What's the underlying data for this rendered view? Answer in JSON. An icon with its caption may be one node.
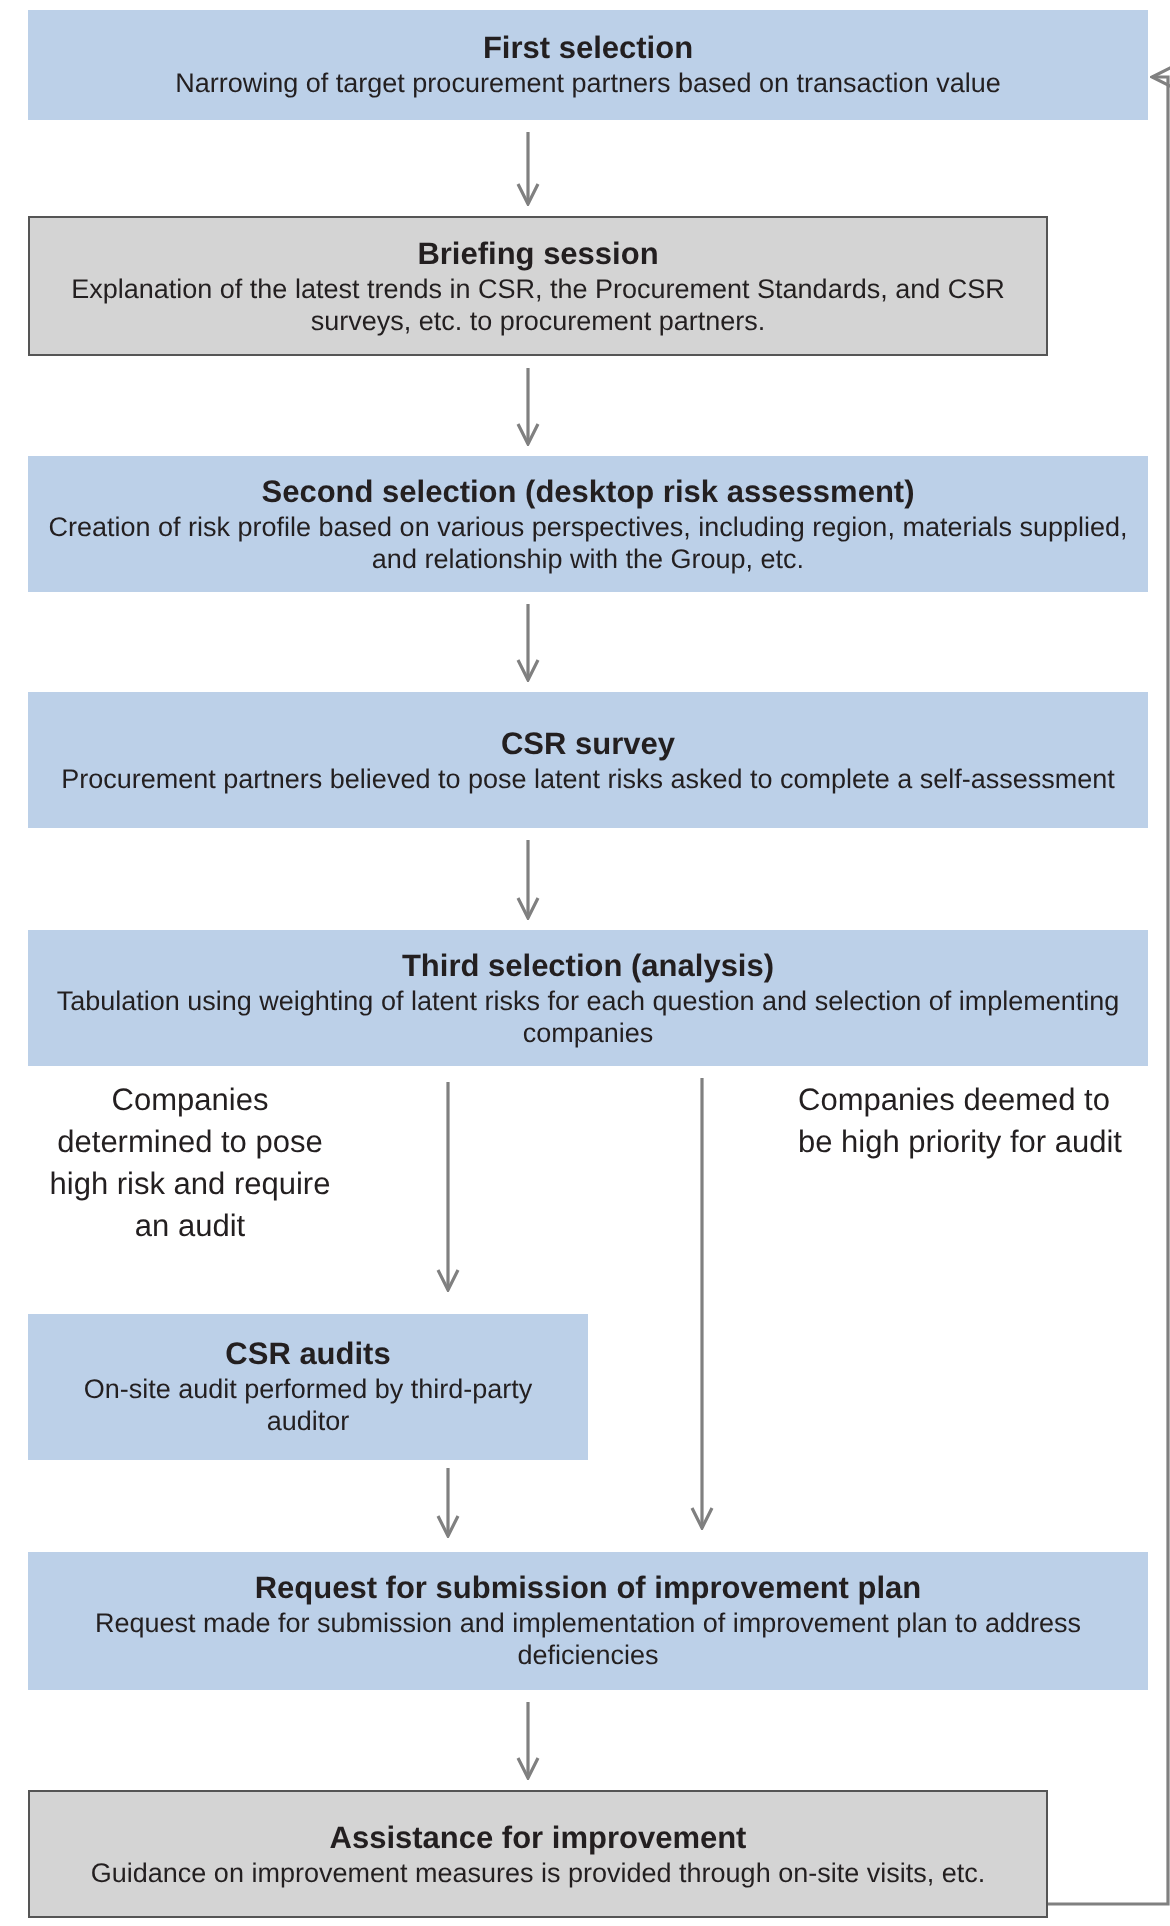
{
  "diagram": {
    "nodes": [
      {
        "text": [
          "First selection",
          "Narrowing of target procurement partners based on transaction value"
        ]
      },
      {
        "text": [
          "Briefing session",
          "Explanation of the latest trends in CSR, the Procurement Standards, and CSR surveys, etc. to procurement partners."
        ]
      },
      {
        "text": [
          "Second selection (desktop risk assessment)",
          "Creation of risk profile based on various perspectives, including region, materials supplied, and relationship with the Group, etc."
        ]
      },
      {
        "text": [
          "CSR survey",
          "Procurement partners believed to pose latent risks asked to complete a self-assessment"
        ]
      },
      {
        "text": [
          "Third selection (analysis)",
          "Tabulation using weighting of latent risks for each question and selection of implementing companies"
        ]
      },
      {
        "text": [
          "CSR audits",
          "On-site audit performed by third-party auditor"
        ]
      },
      {
        "text": [
          "Request for submission of improvement plan",
          "Request made for submission and implementation of improvement plan to address deficiencies"
        ]
      },
      {
        "text": [
          "Assistance for improvement",
          "Guidance on improvement measures is provided through on-site visits, etc."
        ]
      }
    ],
    "edges": [
      {
        "from": 0,
        "to": 1,
        "arrow": "to"
      },
      {
        "from": 1,
        "to": 2,
        "arrow": "to"
      },
      {
        "from": 2,
        "to": 3,
        "arrow": "to"
      },
      {
        "from": 3,
        "to": 4,
        "arrow": "to"
      },
      {
        "from": 4,
        "to": 5,
        "arrow": "to",
        "label": "Companies determined to pose high risk and require an audit"
      },
      {
        "from": 4,
        "to": 6,
        "arrow": "to",
        "label": "Companies deemed to be high priority for audit"
      },
      {
        "from": 5,
        "to": 6,
        "arrow": "to"
      },
      {
        "from": 6,
        "to": 7,
        "arrow": "to"
      },
      {
        "from": 7,
        "to": 0,
        "arrow": "to"
      }
    ]
  }
}
